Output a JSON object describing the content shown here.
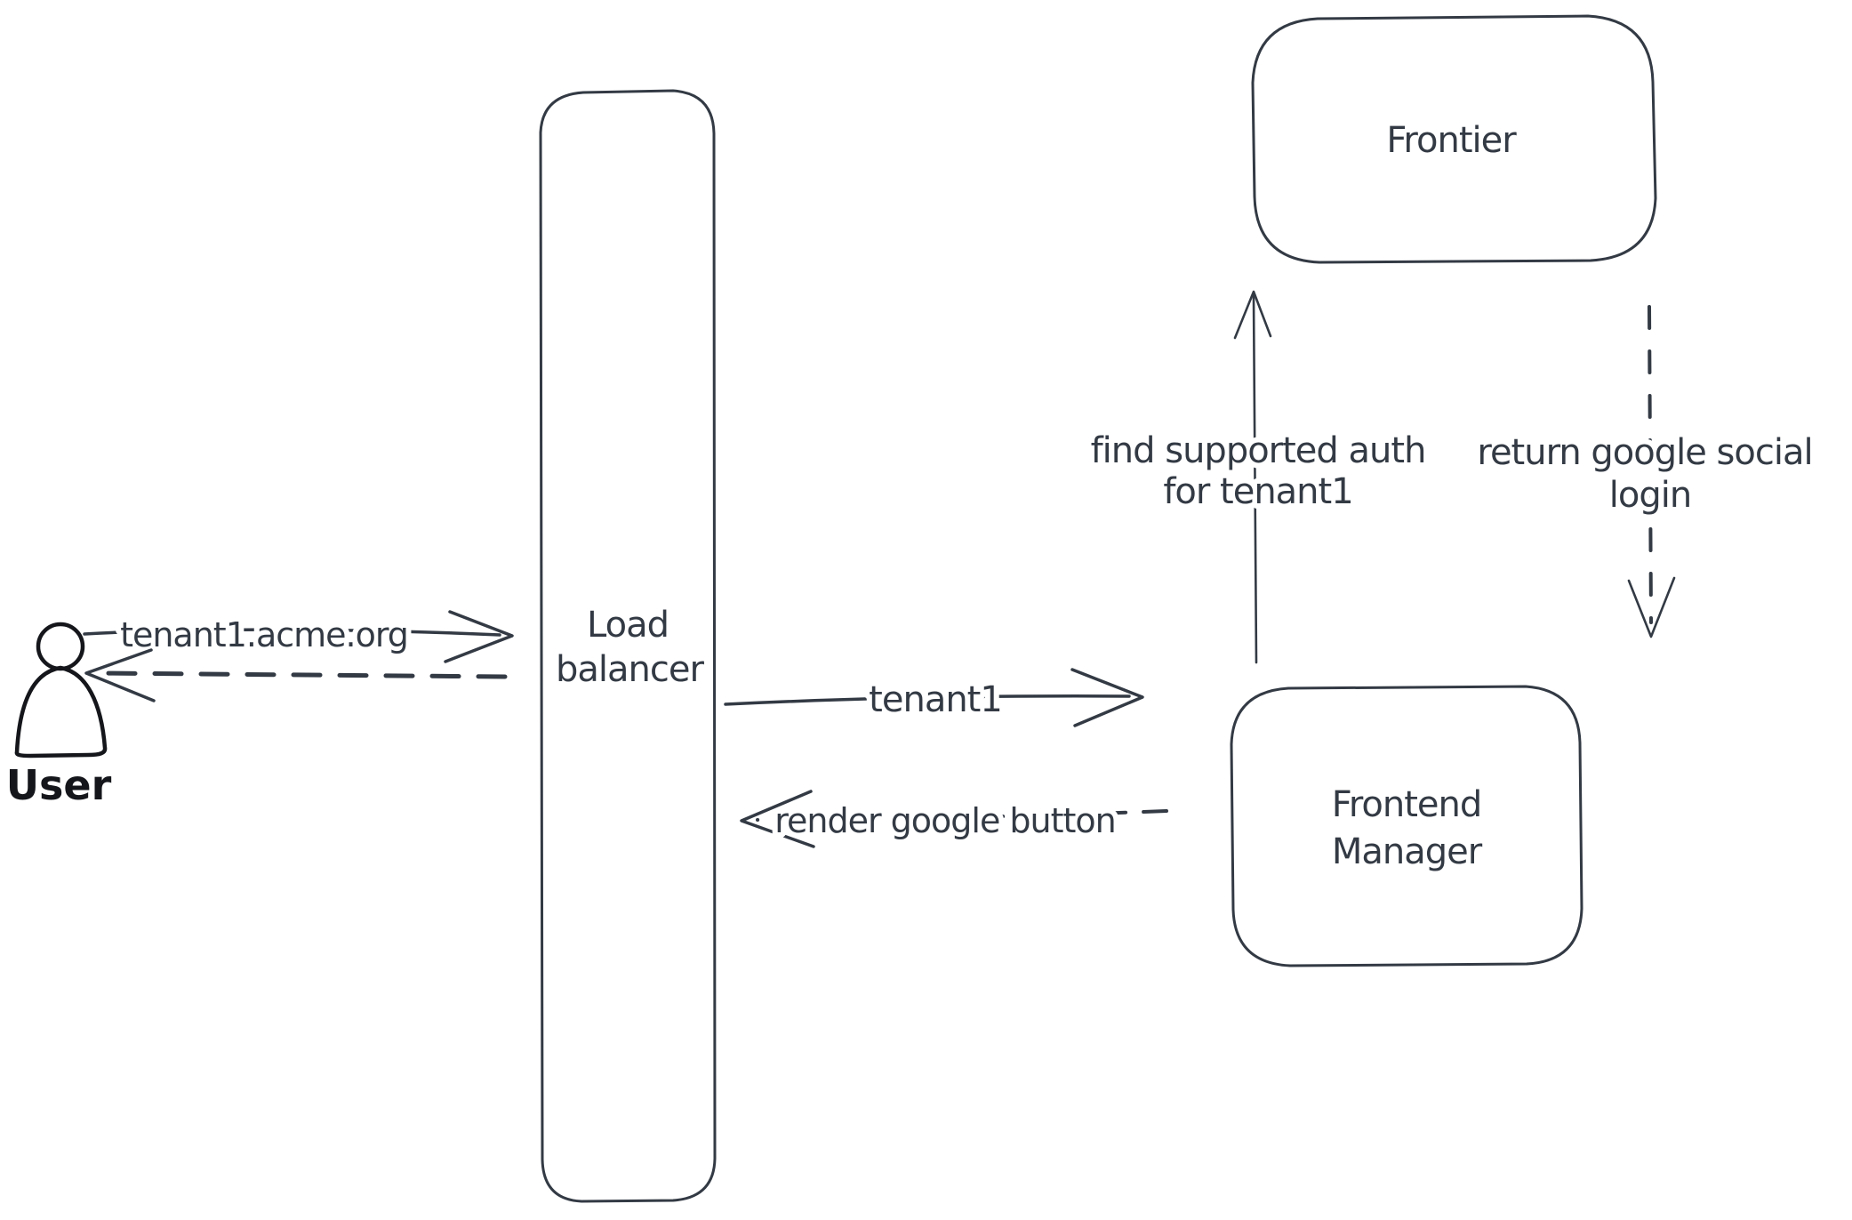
{
  "diagram": {
    "type": "hand-drawn-sequence-diagram",
    "colors": {
      "background": "#ffffff",
      "ink": "#333a44",
      "actor_ink": "#14161b",
      "actor_hatch": "#ccd2da"
    },
    "nodes": {
      "user": {
        "label": "User"
      },
      "load_balancer": {
        "lines": [
          "Load",
          "balancer"
        ]
      },
      "frontier": {
        "label": "Frontier"
      },
      "frontend_manager": {
        "lines": [
          "Frontend",
          "Manager"
        ]
      }
    },
    "edges": {
      "user_to_lb": {
        "label": "tenant1.acme.org",
        "style": "solid-arrow-right"
      },
      "lb_to_user": {
        "style": "dashed-arrow-left"
      },
      "lb_to_fm": {
        "label": "tenant1",
        "style": "solid-arrow-right"
      },
      "fm_to_lb": {
        "label": "render google button",
        "style": "dashed-arrow-left"
      },
      "fm_to_frontier": {
        "lines": [
          "find supported auth",
          "for tenant1"
        ],
        "style": "solid-arrow-up"
      },
      "frontier_to_fm": {
        "lines": [
          "return google social",
          "login"
        ],
        "style": "dashed-arrow-down"
      }
    }
  }
}
